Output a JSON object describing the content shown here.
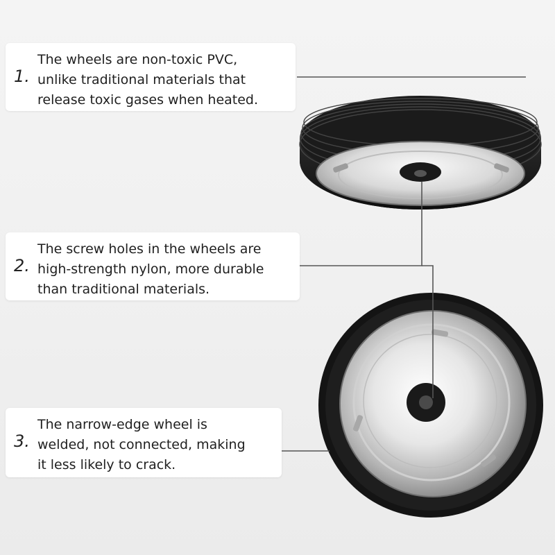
{
  "callouts": [
    {
      "number": "1.",
      "lines": [
        "The wheels are non-toxic PVC,",
        "unlike traditional materials that",
        "release toxic gases when heated."
      ]
    },
    {
      "number": "2.",
      "lines": [
        "The screw holes in the wheels are",
        "high-strength nylon, more durable",
        "than traditional materials."
      ]
    },
    {
      "number": "3.",
      "lines": [
        "The narrow-edge wheel is",
        "welded, not connected, making",
        "it less likely to crack."
      ]
    }
  ],
  "colors": {
    "tire": "#1b1b1b",
    "rim": "#c8c8c8",
    "leader_line": "#555555"
  }
}
